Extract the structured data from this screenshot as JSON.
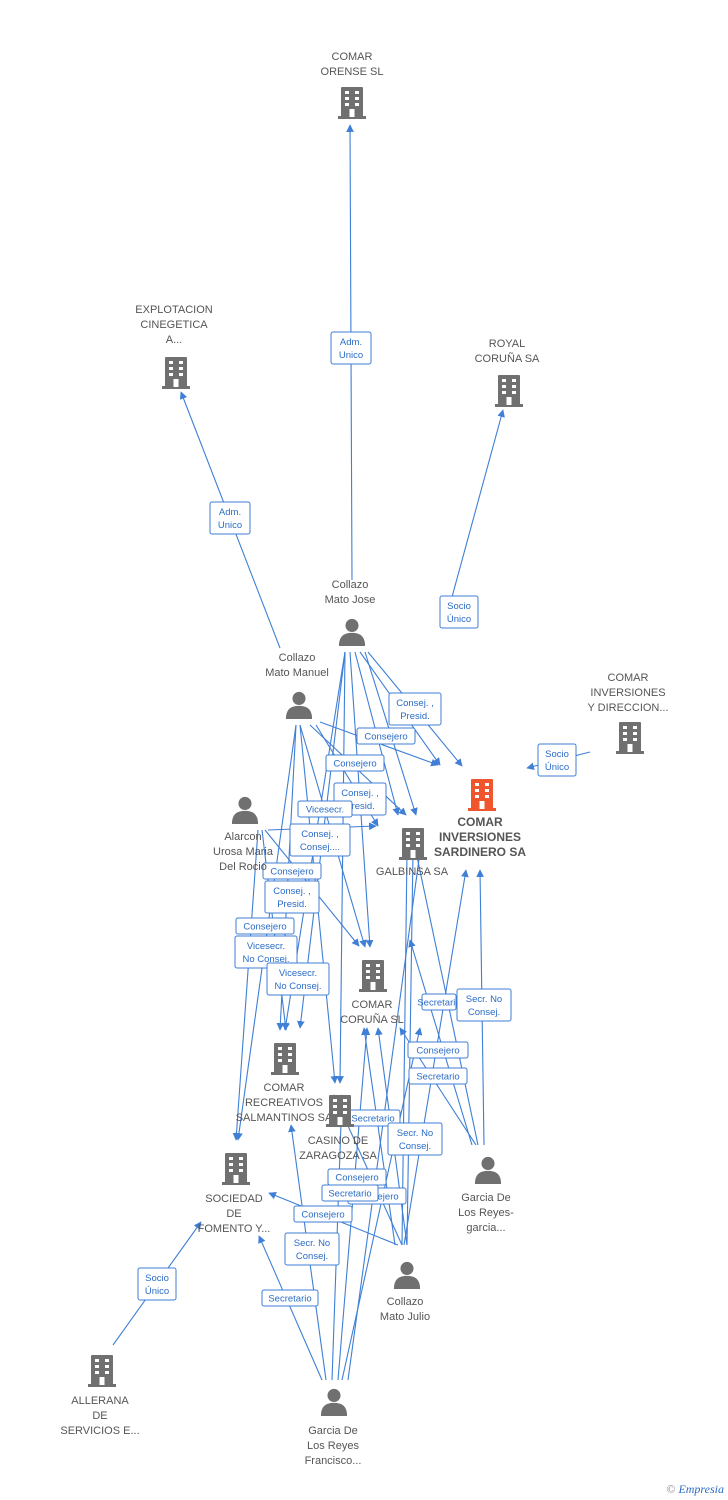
{
  "colors": {
    "edge": "#3f7fd6",
    "company": "#707070",
    "focus": "#f0562d",
    "person": "#707070"
  },
  "nodes": [
    {
      "id": "comar-orense",
      "kind": "company",
      "lines": [
        "COMAR",
        "ORENSE SL"
      ]
    },
    {
      "id": "explotacion",
      "kind": "company",
      "lines": [
        "EXPLOTACION",
        "CINEGETICA",
        "A..."
      ]
    },
    {
      "id": "royal",
      "kind": "company",
      "lines": [
        "ROYAL",
        "CORUÑA SA"
      ]
    },
    {
      "id": "jose",
      "kind": "person",
      "lines": [
        "Collazo",
        "Mato Jose"
      ]
    },
    {
      "id": "manuel",
      "kind": "person",
      "lines": [
        "Collazo",
        "Mato Manuel"
      ]
    },
    {
      "id": "comar-inv-dir",
      "kind": "company",
      "lines": [
        "COMAR",
        "INVERSIONES",
        "Y DIRECCION..."
      ]
    },
    {
      "id": "focus",
      "kind": "focus",
      "lines": [
        "COMAR",
        "INVERSIONES",
        "SARDINERO SA"
      ]
    },
    {
      "id": "alarcon",
      "kind": "person",
      "lines": [
        "Alarcon",
        "Urosa Maria",
        "Del Rocio"
      ]
    },
    {
      "id": "galbinsa",
      "kind": "company",
      "lines": [
        "GALBINSA SA"
      ]
    },
    {
      "id": "comar-coruna",
      "kind": "company",
      "lines": [
        "COMAR",
        "CORUÑA SL"
      ]
    },
    {
      "id": "recreativos",
      "kind": "company",
      "lines": [
        "COMAR",
        "RECREATIVOS",
        "SALMANTINOS SA"
      ]
    },
    {
      "id": "casino",
      "kind": "company",
      "lines": [
        "CASINO DE",
        "ZARAGOZA SA"
      ]
    },
    {
      "id": "garcia-reyes",
      "kind": "person",
      "lines": [
        "Garcia De",
        "Los Reyes-",
        "garcia..."
      ]
    },
    {
      "id": "sociedad",
      "kind": "company",
      "lines": [
        "SOCIEDAD",
        "DE",
        "FOMENTO Y..."
      ]
    },
    {
      "id": "julio",
      "kind": "person",
      "lines": [
        "Collazo",
        "Mato Julio"
      ]
    },
    {
      "id": "allerana",
      "kind": "company",
      "lines": [
        "ALLERANA",
        "DE",
        "SERVICIOS E..."
      ]
    },
    {
      "id": "francisco",
      "kind": "person",
      "lines": [
        "Garcia De",
        "Los Reyes",
        "Francisco..."
      ]
    }
  ],
  "edge_labels": [
    [
      "Adm.",
      "Unico"
    ],
    [
      "Adm.",
      "Unico"
    ],
    [
      "Socio",
      "Único"
    ],
    [
      "Socio",
      "Único"
    ],
    [
      "Consej. ,",
      "Presid."
    ],
    [
      "Consejero"
    ],
    [
      "Consejero"
    ],
    [
      "Consej. ,",
      "Presid."
    ],
    [
      "Vicesecr."
    ],
    [
      "Consej. ,",
      "Consej...."
    ],
    [
      "Consejero"
    ],
    [
      "Consej. ,",
      "Presid."
    ],
    [
      "Consejero"
    ],
    [
      "Vicesecr.",
      "No Consej."
    ],
    [
      "Vicesecr.",
      "No Consej."
    ],
    [
      "Secretario"
    ],
    [
      "Secr.  No",
      "Consej."
    ],
    [
      "Consejero"
    ],
    [
      "Secretario"
    ],
    [
      "Secretario"
    ],
    [
      "Consejero"
    ],
    [
      "Secr.  No",
      "Consej."
    ],
    [
      "Consejero"
    ],
    [
      "Secretario"
    ],
    [
      "Consejero"
    ],
    [
      "Secr.  No",
      "Consej."
    ],
    [
      "Secretario"
    ],
    [
      "Socio",
      "Único"
    ]
  ],
  "credit": {
    "symbol": "©",
    "brand": "Empresia"
  }
}
